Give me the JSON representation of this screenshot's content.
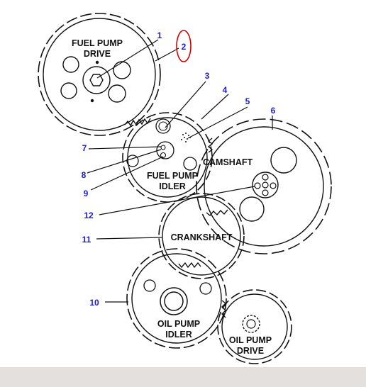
{
  "diagram": {
    "gears": {
      "fuel_pump_drive": [
        "FUEL PUMP",
        "DRIVE"
      ],
      "fuel_pump_idler": [
        "FUEL PUMP",
        "IDLER"
      ],
      "camshaft": "CAMSHAFT",
      "crankshaft": "CRANKSHAFT",
      "oil_pump_idler": [
        "OIL PUMP",
        "IDLER"
      ],
      "oil_pump_drive": [
        "OIL PUMP",
        "DRIVE"
      ]
    },
    "callouts": {
      "c1": "1",
      "c2": "2",
      "c3": "3",
      "c4": "4",
      "c5": "5",
      "c6": "6",
      "c7": "7",
      "c8": "8",
      "c9": "9",
      "c10": "10",
      "c11": "11",
      "c12": "12"
    },
    "colors": {
      "callout": "#1b1bd6",
      "highlight": "#d00000",
      "line": "#111111",
      "bottom_bar": "#e3e0dd"
    }
  }
}
